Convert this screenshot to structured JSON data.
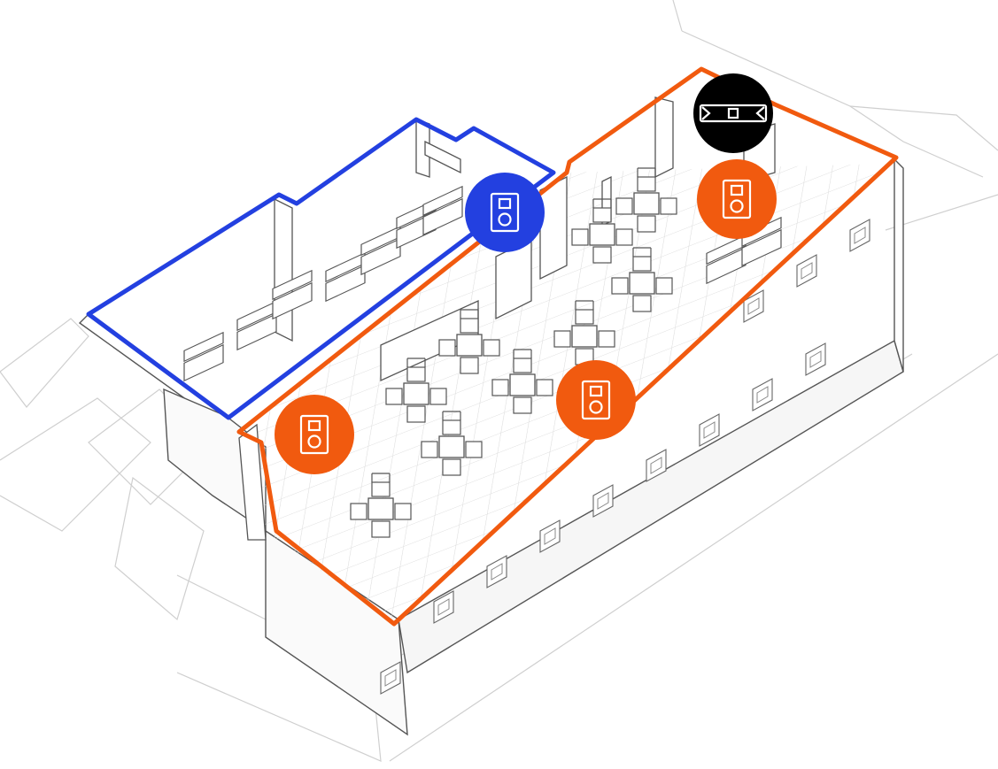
{
  "diagram": {
    "zones": [
      {
        "id": "zone-blue",
        "color": "#2340e0"
      },
      {
        "id": "zone-orange",
        "color": "#f15a0f"
      }
    ],
    "markers": [
      {
        "id": "speaker-marker-blue",
        "icon": "speaker-icon",
        "color": "#2340e0"
      },
      {
        "id": "soundbar-marker",
        "icon": "soundbar-icon",
        "color": "#000000"
      },
      {
        "id": "speaker-marker-orange-top",
        "icon": "speaker-icon",
        "color": "#f15a0f"
      },
      {
        "id": "speaker-marker-orange-center",
        "icon": "speaker-icon",
        "color": "#f15a0f"
      },
      {
        "id": "speaker-marker-orange-left",
        "icon": "speaker-icon",
        "color": "#f15a0f"
      }
    ],
    "colors": {
      "line": "#555555",
      "light_line": "#c9c9c9",
      "floor": "#ffffff"
    }
  }
}
